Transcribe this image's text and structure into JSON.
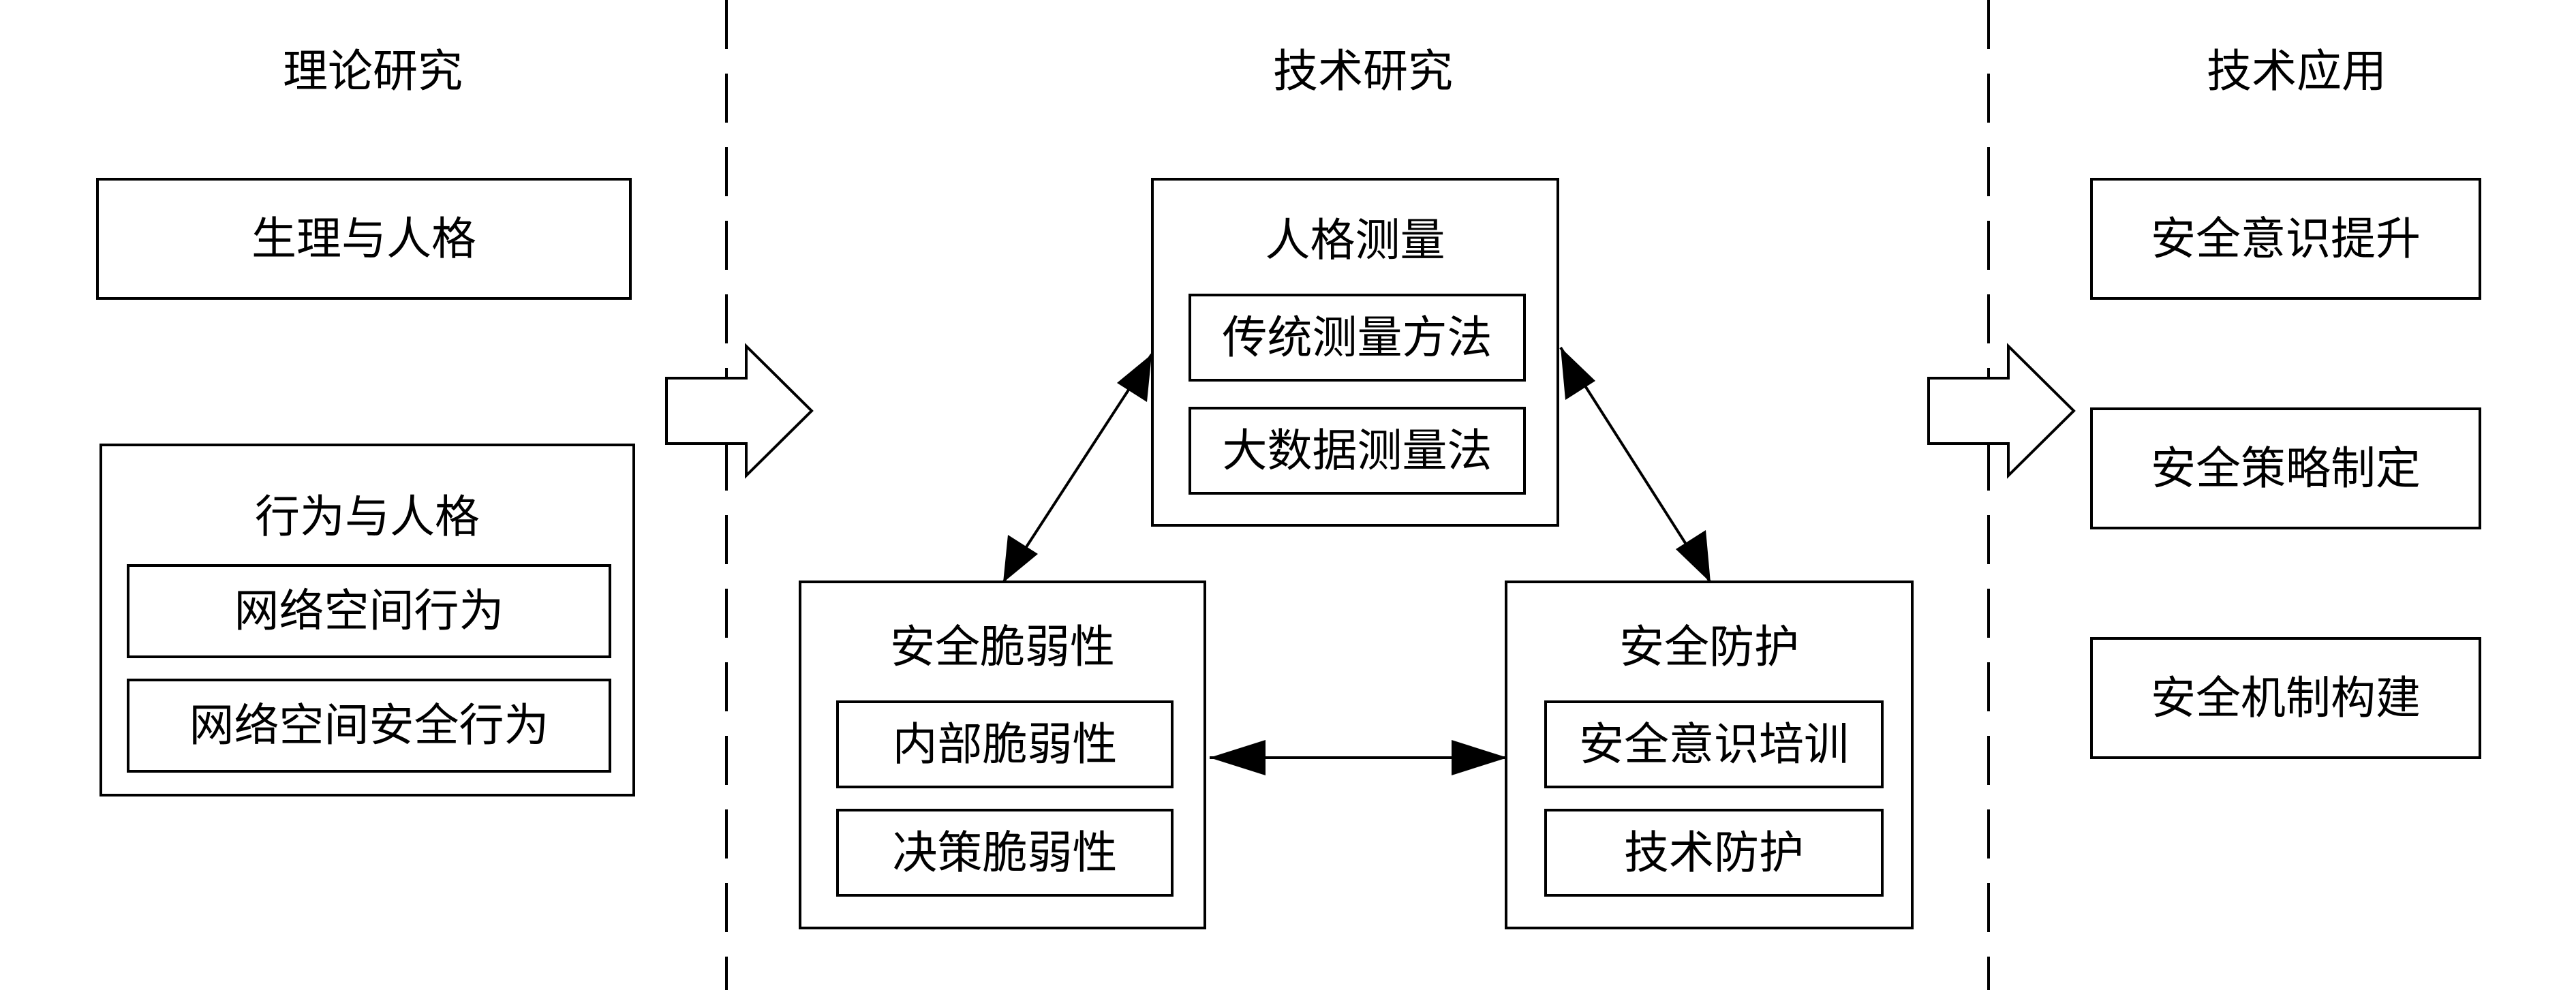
{
  "columns": {
    "theory": "理论研究",
    "tech_research": "技术研究",
    "tech_application": "技术应用"
  },
  "theory": {
    "physiology_personality": "生理与人格",
    "behavior_personality": {
      "title": "行为与人格",
      "items": [
        "网络空间行为",
        "网络空间安全行为"
      ]
    }
  },
  "tech_research": {
    "personality_measurement": {
      "title": "人格测量",
      "items": [
        "传统测量方法",
        "大数据测量法"
      ]
    },
    "security_vulnerability": {
      "title": "安全脆弱性",
      "items": [
        "内部脆弱性",
        "决策脆弱性"
      ]
    },
    "security_protection": {
      "title": "安全防护",
      "items": [
        "安全意识培训",
        "技术防护"
      ]
    }
  },
  "application": {
    "items": [
      "安全意识提升",
      "安全策略制定",
      "安全机制构建"
    ]
  }
}
